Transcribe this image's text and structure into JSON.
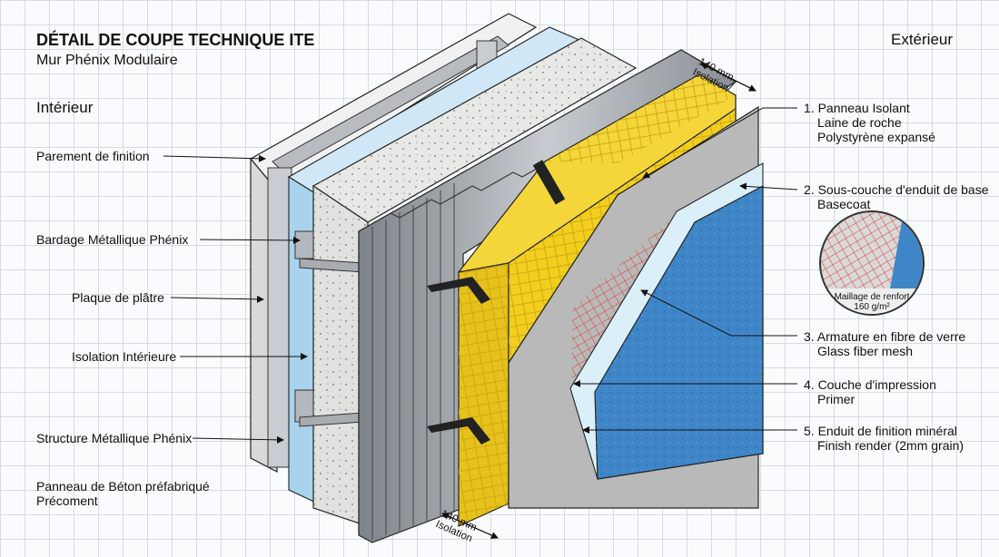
{
  "header": {
    "title": "DÉTAIL DE COUPE TECHNIQUE ITE",
    "subtitle": "Mur Phénix Modulaire",
    "interior": "Intérieur",
    "exterior": "Extérieur"
  },
  "left_labels": [
    "Parement de finition",
    "Bardage Métallique Phénix",
    "Plaque de plâtre",
    "Isolation Intérieure",
    "Structure Métallique Phénix",
    "Panneau de Béton préfabriqué",
    "Précoment"
  ],
  "right_labels": [
    {
      "l1": "1. Panneau Isolant",
      "l2": "Laine de roche",
      "l3": "Polystyrène expansé"
    },
    {
      "l1": "2. Sous-couche d'enduit de base",
      "l2": "Basecoat"
    },
    {
      "l1": "3. Armature en fibre de verre",
      "l2": "Glass fiber mesh"
    },
    {
      "l1": "4. Couche d'impression",
      "l2": "Primer"
    },
    {
      "l1": "5. Enduit de finition minéral",
      "l2": "Finish render (2mm grain)"
    }
  ],
  "dimension": {
    "value": "140 mm",
    "label": "Isolation"
  },
  "inset": {
    "l1": "Maillage de renfort",
    "l2": "160 g/m²"
  },
  "colors": {
    "insulation": "#f2cf1e",
    "render": "#3f86c8",
    "primer": "#d9eef8",
    "basecoat": "#b9b9b9",
    "mesh": "#e03a2f",
    "cladding": "#9ca1a7",
    "concrete": "#e4e4e2",
    "inner_insulation": "#a9d3ec"
  }
}
